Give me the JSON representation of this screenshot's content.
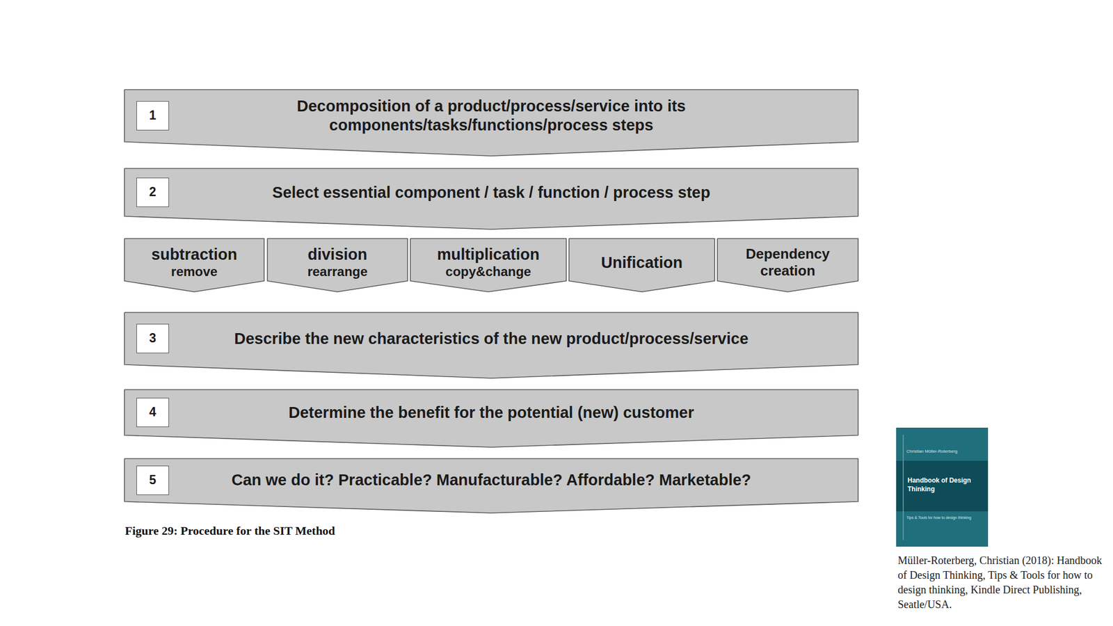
{
  "diagram": {
    "caption": "Figure 29: Procedure for the SIT Method",
    "nodes": [
      {
        "text": [
          "Decomposition of a product/process/service into its components/tasks/functions/process steps"
        ]
      },
      {
        "text": [
          "1"
        ],
        "in": 0
      },
      {
        "text": [
          "Select essential component / task / function / process step"
        ]
      },
      {
        "text": [
          "2"
        ],
        "in": 2
      },
      {
        "text": [
          "subtraction",
          "remove"
        ]
      },
      {
        "text": [
          "division",
          "rearrange"
        ]
      },
      {
        "text": [
          "multiplication",
          "copy&change"
        ]
      },
      {
        "text": [
          "Unification"
        ]
      },
      {
        "text": [
          "Dependency creation"
        ]
      },
      {
        "text": [
          "Describe the new characteristics of the new product/process/service"
        ]
      },
      {
        "text": [
          "3"
        ],
        "in": 9
      },
      {
        "text": [
          "Determine the benefit for the potential (new) customer"
        ]
      },
      {
        "text": [
          "4"
        ],
        "in": 11
      },
      {
        "text": [
          "Can we do it? Practicable? Manufacturable? Affordable? Marketable?"
        ]
      },
      {
        "text": [
          "5"
        ],
        "in": 13
      }
    ],
    "labels": [
      "Christian Müller-Roterberg",
      "Handbook of Design Thinking",
      "Tips & Tools for how to design thinking",
      "Müller-Roterberg, Christian (2018): Handbook of Design Thinking, Tips & Tools for how to design thinking, Kindle Direct Publishing, Seatle/USA."
    ]
  }
}
